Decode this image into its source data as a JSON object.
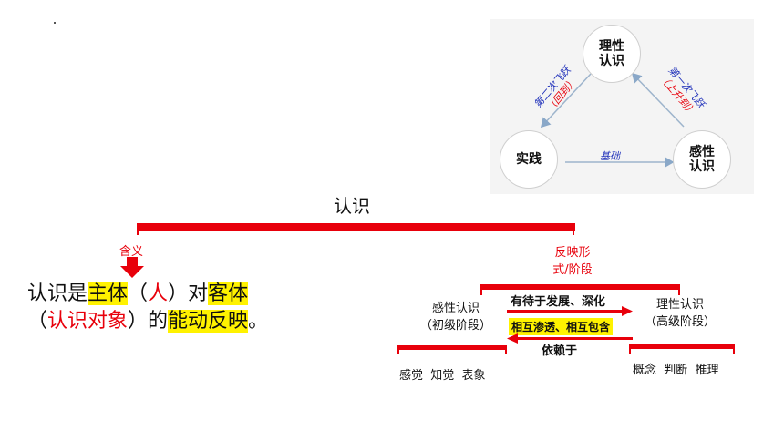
{
  "diagram": {
    "top": "认识",
    "meaning": "含义",
    "definition": {
      "line1": [
        "认识是",
        "主体",
        "（",
        "人",
        "）对",
        "客体"
      ],
      "line2": [
        "（",
        "认识对象",
        "）的",
        "能动反映",
        "。"
      ]
    },
    "form_stage": [
      "反映形",
      "式/阶段"
    ],
    "perceptual": [
      "感性认识",
      "（初级阶段）"
    ],
    "rational": [
      "理性认识",
      "（高级阶段）"
    ],
    "relation_top": "有待于发展、深化",
    "relation_mid": "相互渗透、相互包含",
    "relation_bottom": "依赖于",
    "perceptual_forms": "感觉  知觉  表象",
    "rational_forms": "概念  判断  推理"
  },
  "cycle": {
    "rational": [
      "理性",
      "认识"
    ],
    "practice": "实践",
    "perceptual": [
      "感性",
      "认识"
    ],
    "left_label": [
      "第二次飞跃",
      "（回到）"
    ],
    "right_label": [
      "第一次飞跃",
      "（上升到）"
    ],
    "bottom_label": "基础"
  },
  "colors": {
    "accent": "#e8000b",
    "highlight": "#fff200",
    "blue": "#2233bb"
  }
}
